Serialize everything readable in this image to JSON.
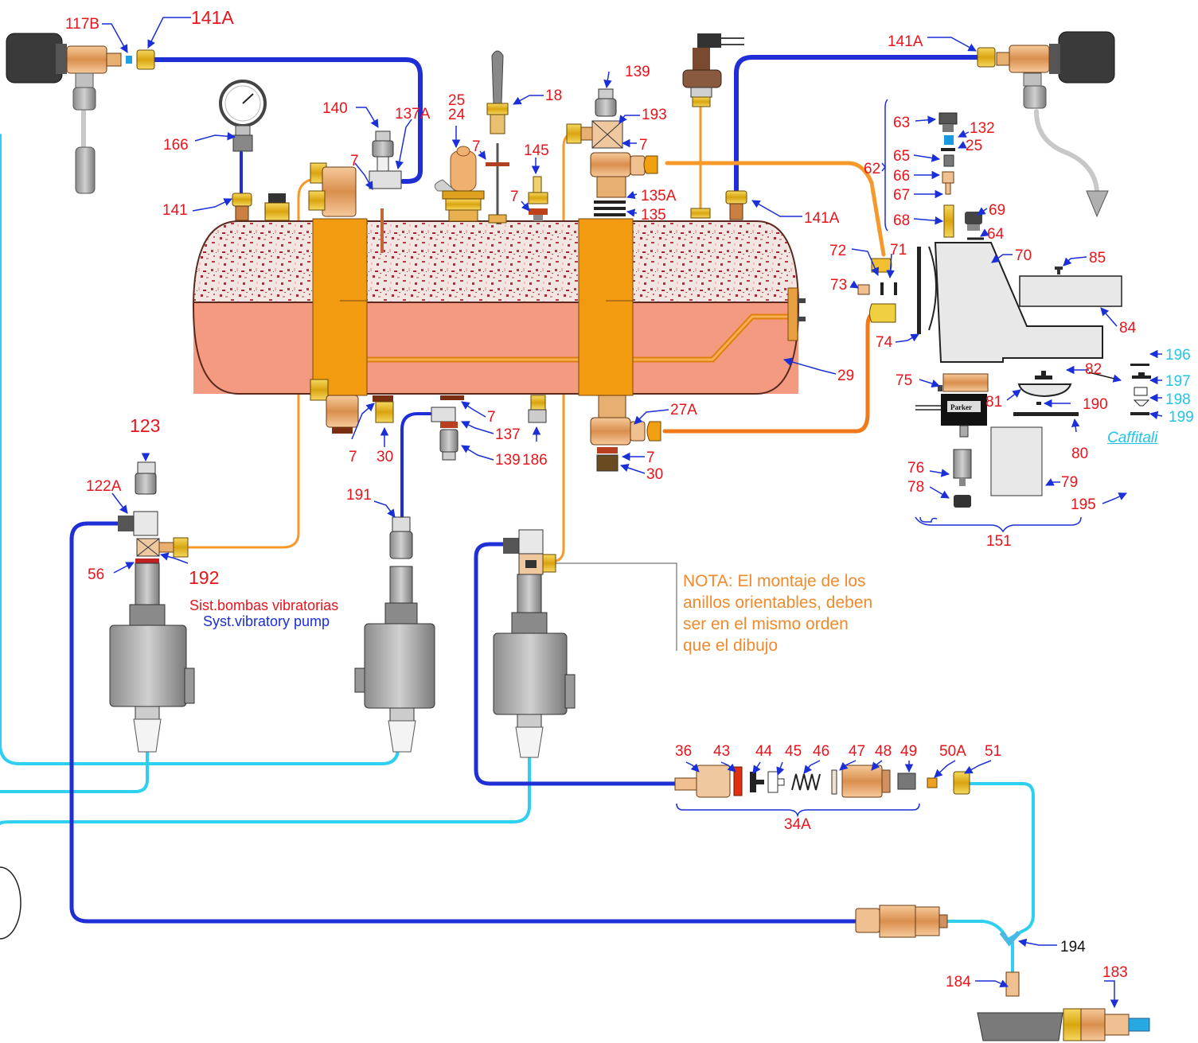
{
  "labels": {
    "l117B": "117B",
    "l141A_top": "141A",
    "l141A_right": "141A",
    "l141A_boiler": "141A",
    "l166": "166",
    "l141": "141",
    "l140": "140",
    "l137A": "137A",
    "l7_left": "7",
    "l25_a": "25",
    "l24": "24",
    "l18": "18",
    "l7_mid": "7",
    "l145": "145",
    "l7_145": "7",
    "l139_top": "139",
    "l193": "193",
    "l7_193": "7",
    "l135A": "135A",
    "l135": "135",
    "l63": "63",
    "l132": "132",
    "l25_b": "25",
    "l62": "62",
    "l65": "65",
    "l66": "66",
    "l67": "67",
    "l68": "68",
    "l69": "69",
    "l64": "64",
    "l72": "72",
    "l71": "71",
    "l70": "70",
    "l85": "85",
    "l73": "73",
    "l84": "84",
    "l74": "74",
    "l29": "29",
    "l196": "196",
    "l82": "82",
    "l197": "197",
    "l198": "198",
    "l199": "199",
    "l75": "75",
    "l81": "81",
    "l190": "190",
    "l80": "80",
    "l27A": "27A",
    "l7_bl": "7",
    "l30_bl": "30",
    "l7_b2": "7",
    "l137": "137",
    "l139_b": "139",
    "l186": "186",
    "l7_br": "7",
    "l30_br": "30",
    "l76": "76",
    "l78": "78",
    "l79": "79",
    "l195": "195",
    "l151": "151",
    "l123": "123",
    "l122A": "122A",
    "l56": "56",
    "l192": "192",
    "l191": "191",
    "l36": "36",
    "l43": "43",
    "l44": "44",
    "l45": "45",
    "l46": "46",
    "l47": "47",
    "l48": "48",
    "l49": "49",
    "l50A": "50A",
    "l51": "51",
    "l34A": "34A",
    "l194": "194",
    "l184": "184",
    "l183": "183",
    "parker": "Parker"
  },
  "pump_system": {
    "title_es": "Sist.bombas vibratorias",
    "title_en": "Syst.vibratory pump"
  },
  "note": {
    "line1": "NOTA: El montaje de los",
    "line2": "anillos orientables, deben",
    "line3": "ser en el mismo orden",
    "line4": "que el dibujo"
  },
  "caffitali": "Caffitali",
  "colors": {
    "label_red": "#e8141b",
    "arrow_blue": "#1b2fd8",
    "hose_blue": "#1f2fd6",
    "hose_cyan": "#2fd0ef",
    "hose_orange": "#f59a2a",
    "boiler_water": "#f39a80",
    "brass": "#f0c020",
    "note_orange": "#f08a2c"
  }
}
